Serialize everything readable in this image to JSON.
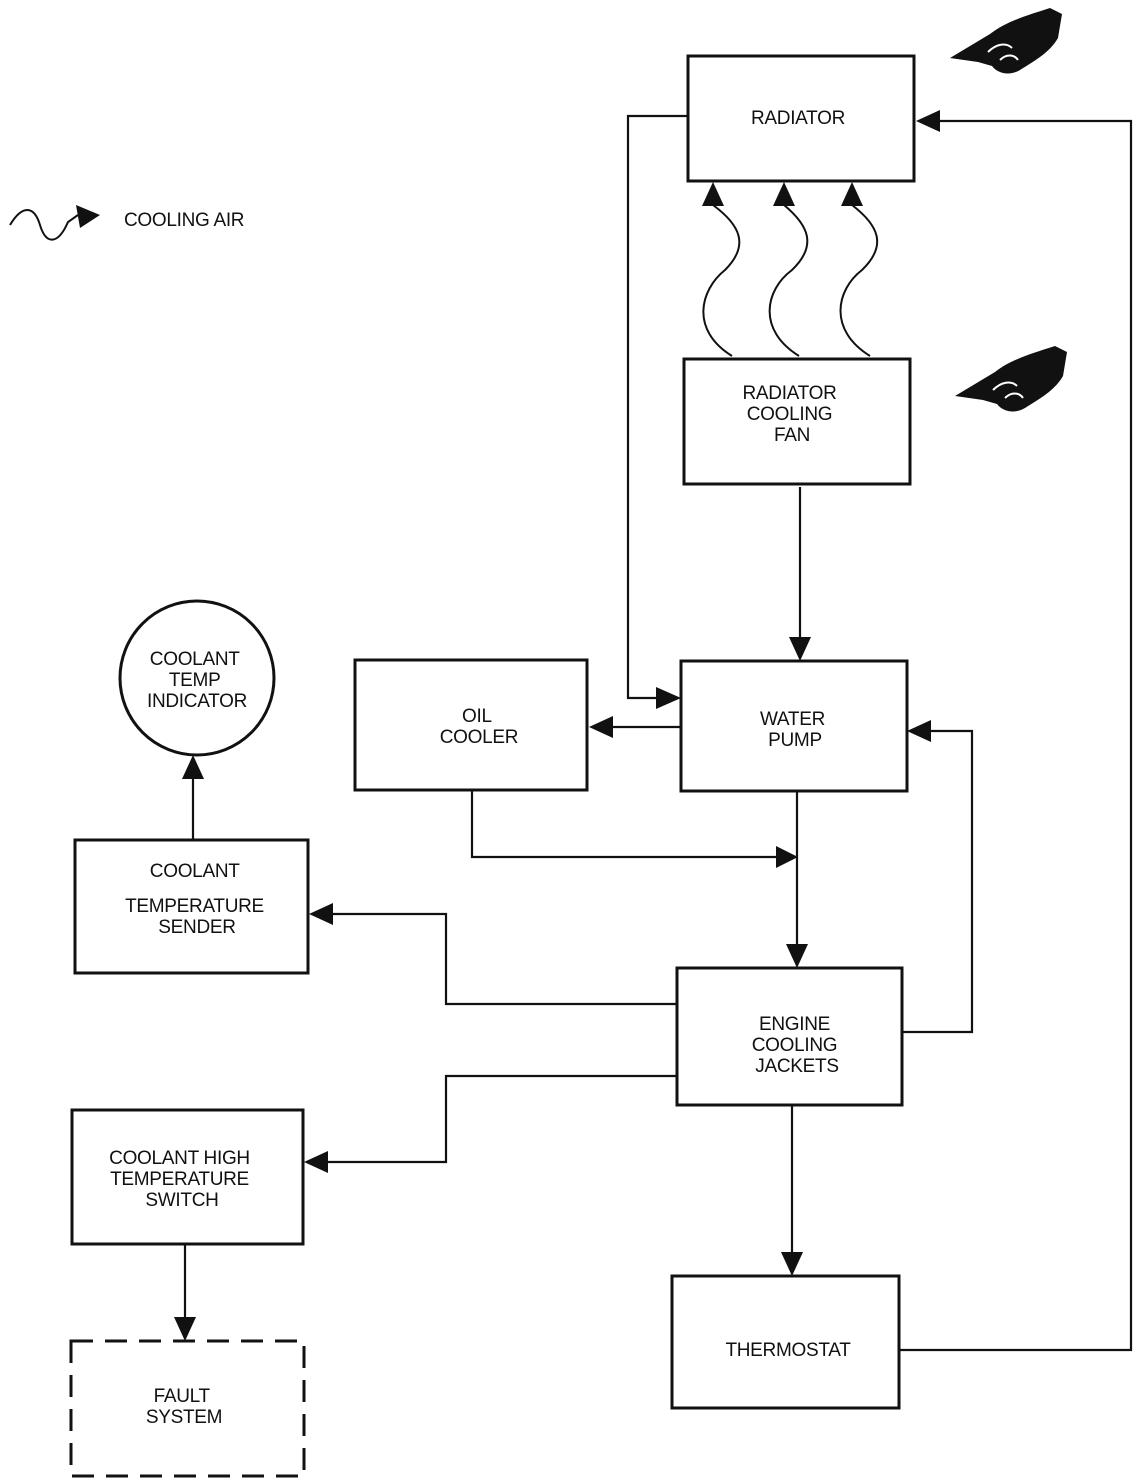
{
  "legend": {
    "label": "COOLING AIR"
  },
  "nodes": {
    "radiator": [
      "RADIATOR"
    ],
    "radiator_fan": [
      "RADIATOR",
      "COOLING",
      "FAN"
    ],
    "water_pump": [
      "WATER",
      "PUMP"
    ],
    "oil_cooler": [
      "OIL",
      "COOLER"
    ],
    "temp_indicator": [
      "COOLANT",
      "TEMP",
      "INDICATOR"
    ],
    "temp_sender": [
      "COOLANT",
      "TEMPERATURE",
      "SENDER"
    ],
    "cooling_jackets": [
      "ENGINE",
      "COOLING",
      "JACKETS"
    ],
    "high_temp_switch": [
      "COOLANT HIGH",
      "TEMPERATURE",
      "SWITCH"
    ],
    "fault_system": [
      "FAULT",
      "SYSTEM"
    ],
    "thermostat": [
      "THERMOSTAT"
    ]
  },
  "markers": {
    "radiator_marker": "pointing-hand-icon",
    "fan_marker": "pointing-hand-icon"
  }
}
